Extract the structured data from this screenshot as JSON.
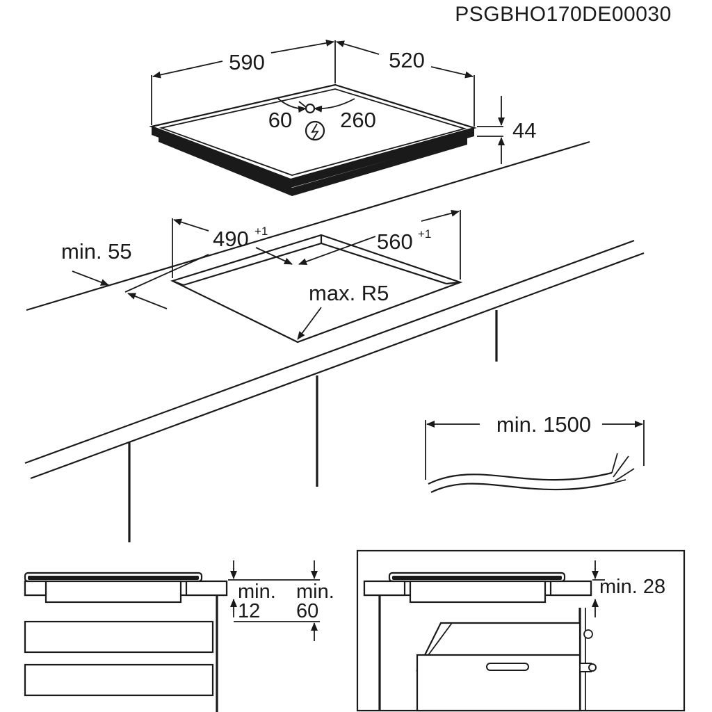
{
  "diagram": {
    "reference_code": "PSGBHO170DE00030",
    "hob": {
      "width": "590",
      "depth": "520",
      "height": "44",
      "connection_offset_side": "60",
      "connection_offset_back": "260"
    },
    "cutout": {
      "width": "490",
      "width_tolerance": "+1",
      "depth": "560",
      "depth_tolerance": "+1",
      "corner_radius": "max. R5",
      "edge_distance": "min. 55"
    },
    "cable": {
      "length": "min. 1500"
    },
    "section_left": {
      "min_label_1": "min.",
      "min_value_1": "12",
      "min_label_2": "min.",
      "min_value_2": "60"
    },
    "section_right": {
      "clearance": "min. 28"
    }
  }
}
